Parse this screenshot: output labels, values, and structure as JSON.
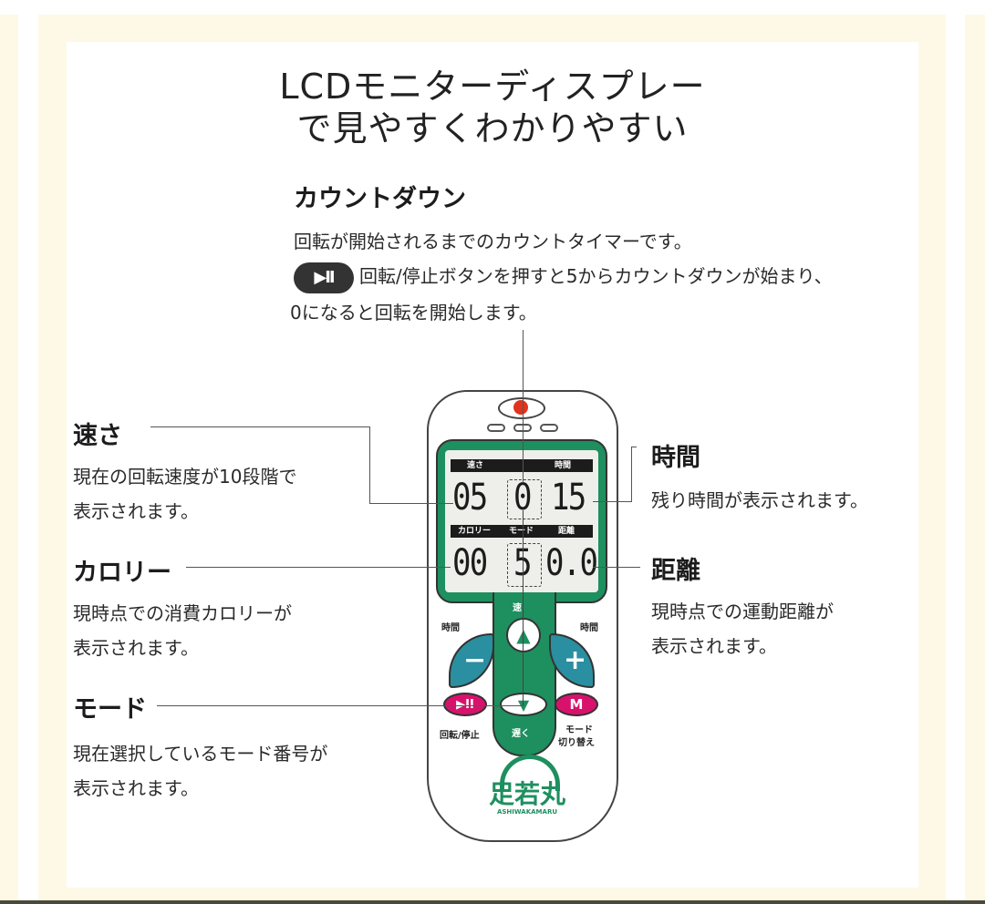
{
  "title": {
    "line1": "LCDモニターディスプレー",
    "line2": "で見やすくわかりやすい"
  },
  "countdown": {
    "heading": "カウントダウン",
    "line1": "回転が開始されるまでのカウントタイマーです。",
    "icon": "▶II",
    "line2": "回転/停止ボタンを押すと5からカウントダウンが始まり、",
    "line3": "0になると回転を開始します。"
  },
  "speed": {
    "heading": "速さ",
    "line1": "現在の回転速度が10段階で",
    "line2": "表示されます。"
  },
  "calorie": {
    "heading": "カロリー",
    "line1": "現時点での消費カロリーが",
    "line2": "表示されます。"
  },
  "mode": {
    "heading": "モード",
    "line1": "現在選択しているモード番号が",
    "line2": "表示されます。"
  },
  "time": {
    "heading": "時間",
    "line1": "残り時間が表示されます。"
  },
  "distance": {
    "heading": "距離",
    "line1": "現時点での運動距離が",
    "line2": "表示されます。"
  },
  "remote": {
    "lcd": {
      "row1_labels": {
        "speed": "速さ",
        "time": "時間"
      },
      "row1_values": {
        "speed": "05",
        "countdown": "0",
        "time": "15"
      },
      "row2_labels": {
        "calorie": "カロリー",
        "mode": "モード",
        "distance": "距離"
      },
      "row2_values": {
        "calorie": "00",
        "mode": "5",
        "distance": "0.0"
      }
    },
    "buttons": {
      "faster_label": "速",
      "faster_icon": "▲",
      "slower_label": "遅く",
      "slower_icon": "▼",
      "time_minus_label": "時間",
      "time_minus_icon": "−",
      "time_plus_label": "時間",
      "time_plus_icon": "+",
      "play_pause_icon": "▶II",
      "play_pause_label": "回転/停止",
      "mode_icon": "M",
      "mode_label_1": "モード",
      "mode_label_2": "切り替え"
    },
    "logo": {
      "text": "足若丸",
      "sub": "ASHIWAKAMARU"
    }
  },
  "colors": {
    "cream": "#fdf9e6",
    "green": "#1e8f5f",
    "teal": "#2a8fa0",
    "pink": "#d8126c",
    "red_led": "#e0331e"
  }
}
